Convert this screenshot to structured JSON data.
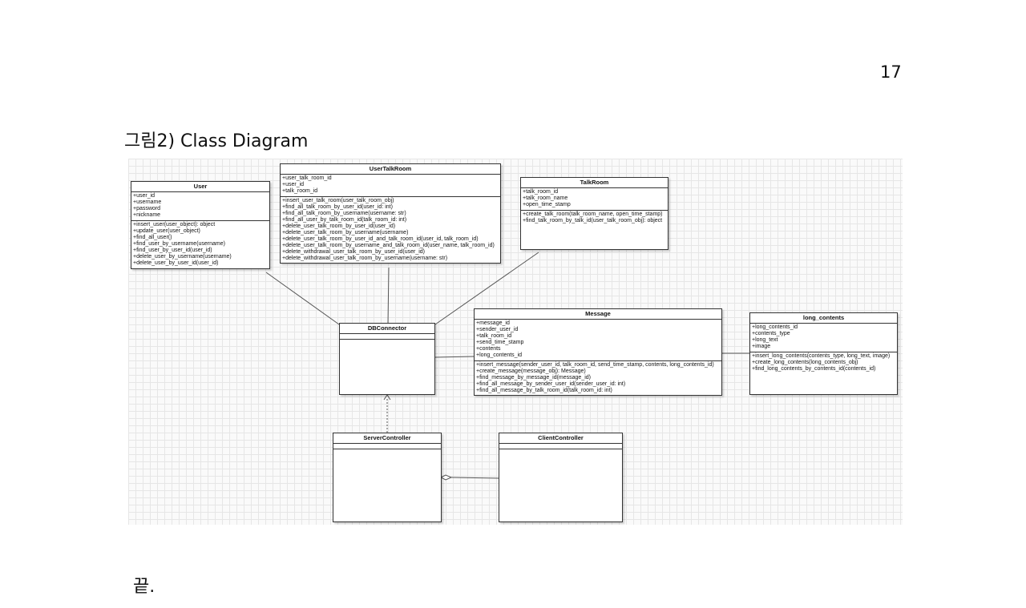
{
  "page_number": "17",
  "figure_title": "그림2) Class Diagram",
  "end_text": "끝.",
  "classes": {
    "user": {
      "name": "User",
      "attributes": [
        "+user_id",
        "+username",
        "+password",
        "+nickname"
      ],
      "operations": [
        "+insert_user(user_object): object",
        "+update_user(user_object)",
        "+find_all_user()",
        "+find_user_by_username(username)",
        "+find_user_by_user_id(user_id)",
        "+delete_user_by_username(username)",
        "+delete_user_by_user_id(user_id)"
      ]
    },
    "user_talk_room": {
      "name": "UserTalkRoom",
      "attributes": [
        "+user_talk_room_id",
        "+user_id",
        "+talk_room_id"
      ],
      "operations": [
        "+insert_user_talk_room(user_talk_room_obj)",
        "+find_all_talk_room_by_user_id(user_id: int)",
        "+find_all_talk_room_by_username(username: str)",
        "+find_all_user_by_talk_room_id(talk_room_id: int)",
        "+delete_user_talk_room_by_user_id(user_id)",
        "+delete_user_talk_room_by_username(username)",
        "+delete_user_talk_room_by_user_id_and_talk_room_id(user_id, talk_room_id)",
        "+delete_user_talk_room_by_username_and_talk_room_id(user_name, talk_room_id)",
        "+delete_withdrawal_user_talk_room_by_user_id(user_id)",
        "+delete_withdrawal_user_talk_room_by_username(username: str)"
      ]
    },
    "talk_room": {
      "name": "TalkRoom",
      "attributes": [
        "+talk_room_id",
        "+talk_room_name",
        "+open_time_stamp"
      ],
      "operations": [
        "+create_talk_room(talk_room_name, open_time_stamp)",
        "+find_talk_room_by_talk_id(user_talk_room_obj): object"
      ]
    },
    "db_connector": {
      "name": "DBConnector",
      "attributes": [],
      "operations": []
    },
    "message": {
      "name": "Message",
      "attributes": [
        "+message_id",
        "+sender_user_id",
        "+talk_room_id",
        "+send_time_stamp",
        "+contents",
        "+long_contents_id"
      ],
      "operations": [
        "+insert_message(sender_user_id, talk_room_id, send_time_stamp, contents, long_contents_id)",
        "+create_message(message_obj): Message)",
        "+find_message_by_message_id(message_id)",
        "+find_all_message_by_sender_user_id(sender_user_id: int)",
        "+find_all_message_by_talk_room_id(talk_room_id: int)"
      ]
    },
    "long_contents": {
      "name": "long_contents",
      "attributes": [
        "+long_contents_id",
        "+contents_type",
        "+long_text",
        "+image"
      ],
      "operations": [
        "+insert_long_contents(contents_type, long_text, image)",
        "+create_long_contents(long_contents_obj)",
        "+find_long_contents_by_contents_id(contents_id)"
      ]
    },
    "server_controller": {
      "name": "ServerController",
      "attributes": [],
      "operations": []
    },
    "client_controller": {
      "name": "ClientController",
      "attributes": [],
      "operations": []
    }
  }
}
